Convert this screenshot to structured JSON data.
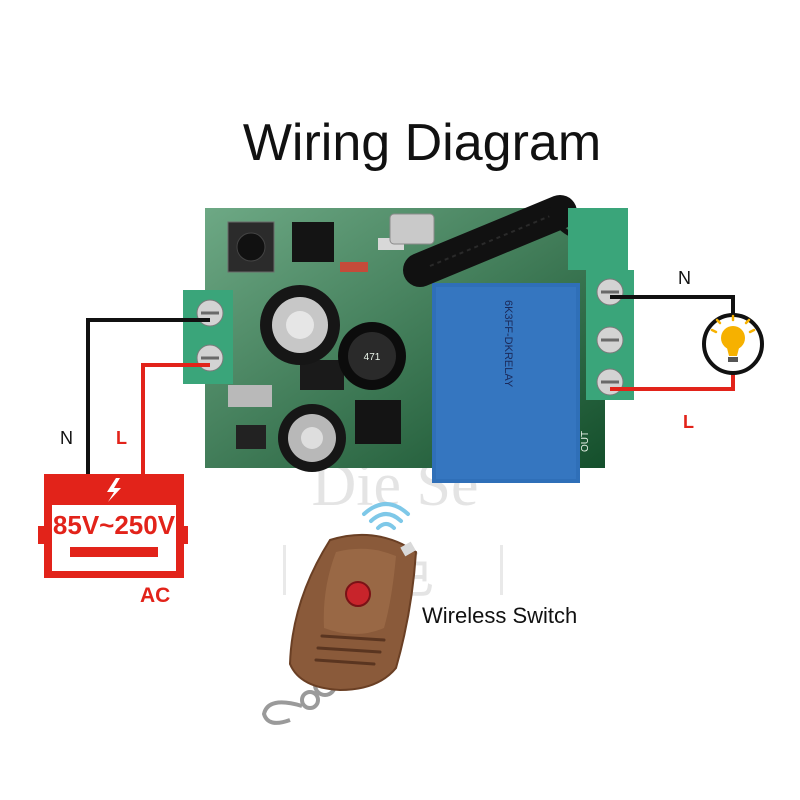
{
  "title": "Wiring Diagram",
  "labels": {
    "neutral": "N",
    "live": "L"
  },
  "power_supply": {
    "voltage": "85V~250V",
    "type": "AC"
  },
  "module": {
    "inductor_code": "471",
    "relay_text": "6K3FF-DKRELAY",
    "out_text": "OUT"
  },
  "remote": {
    "caption": "Wireless Switch"
  },
  "watermark": {
    "latin": "Die Se",
    "cjk": "蝶色"
  },
  "colors": {
    "wire_black": "#111111",
    "wire_red": "#e2231a",
    "pcb_green": "#1f7a43",
    "terminal_green": "#3aa57a",
    "relay_blue": "#2f6fb8",
    "psu_red": "#e2231a",
    "bulb_yellow": "#f6b100",
    "remote_brown": "#8a5a3a",
    "remote_button": "#c8242b"
  },
  "icons": [
    "bolt-icon",
    "light-bulb-icon",
    "wireless-signal-icon",
    "keychain-icon"
  ]
}
